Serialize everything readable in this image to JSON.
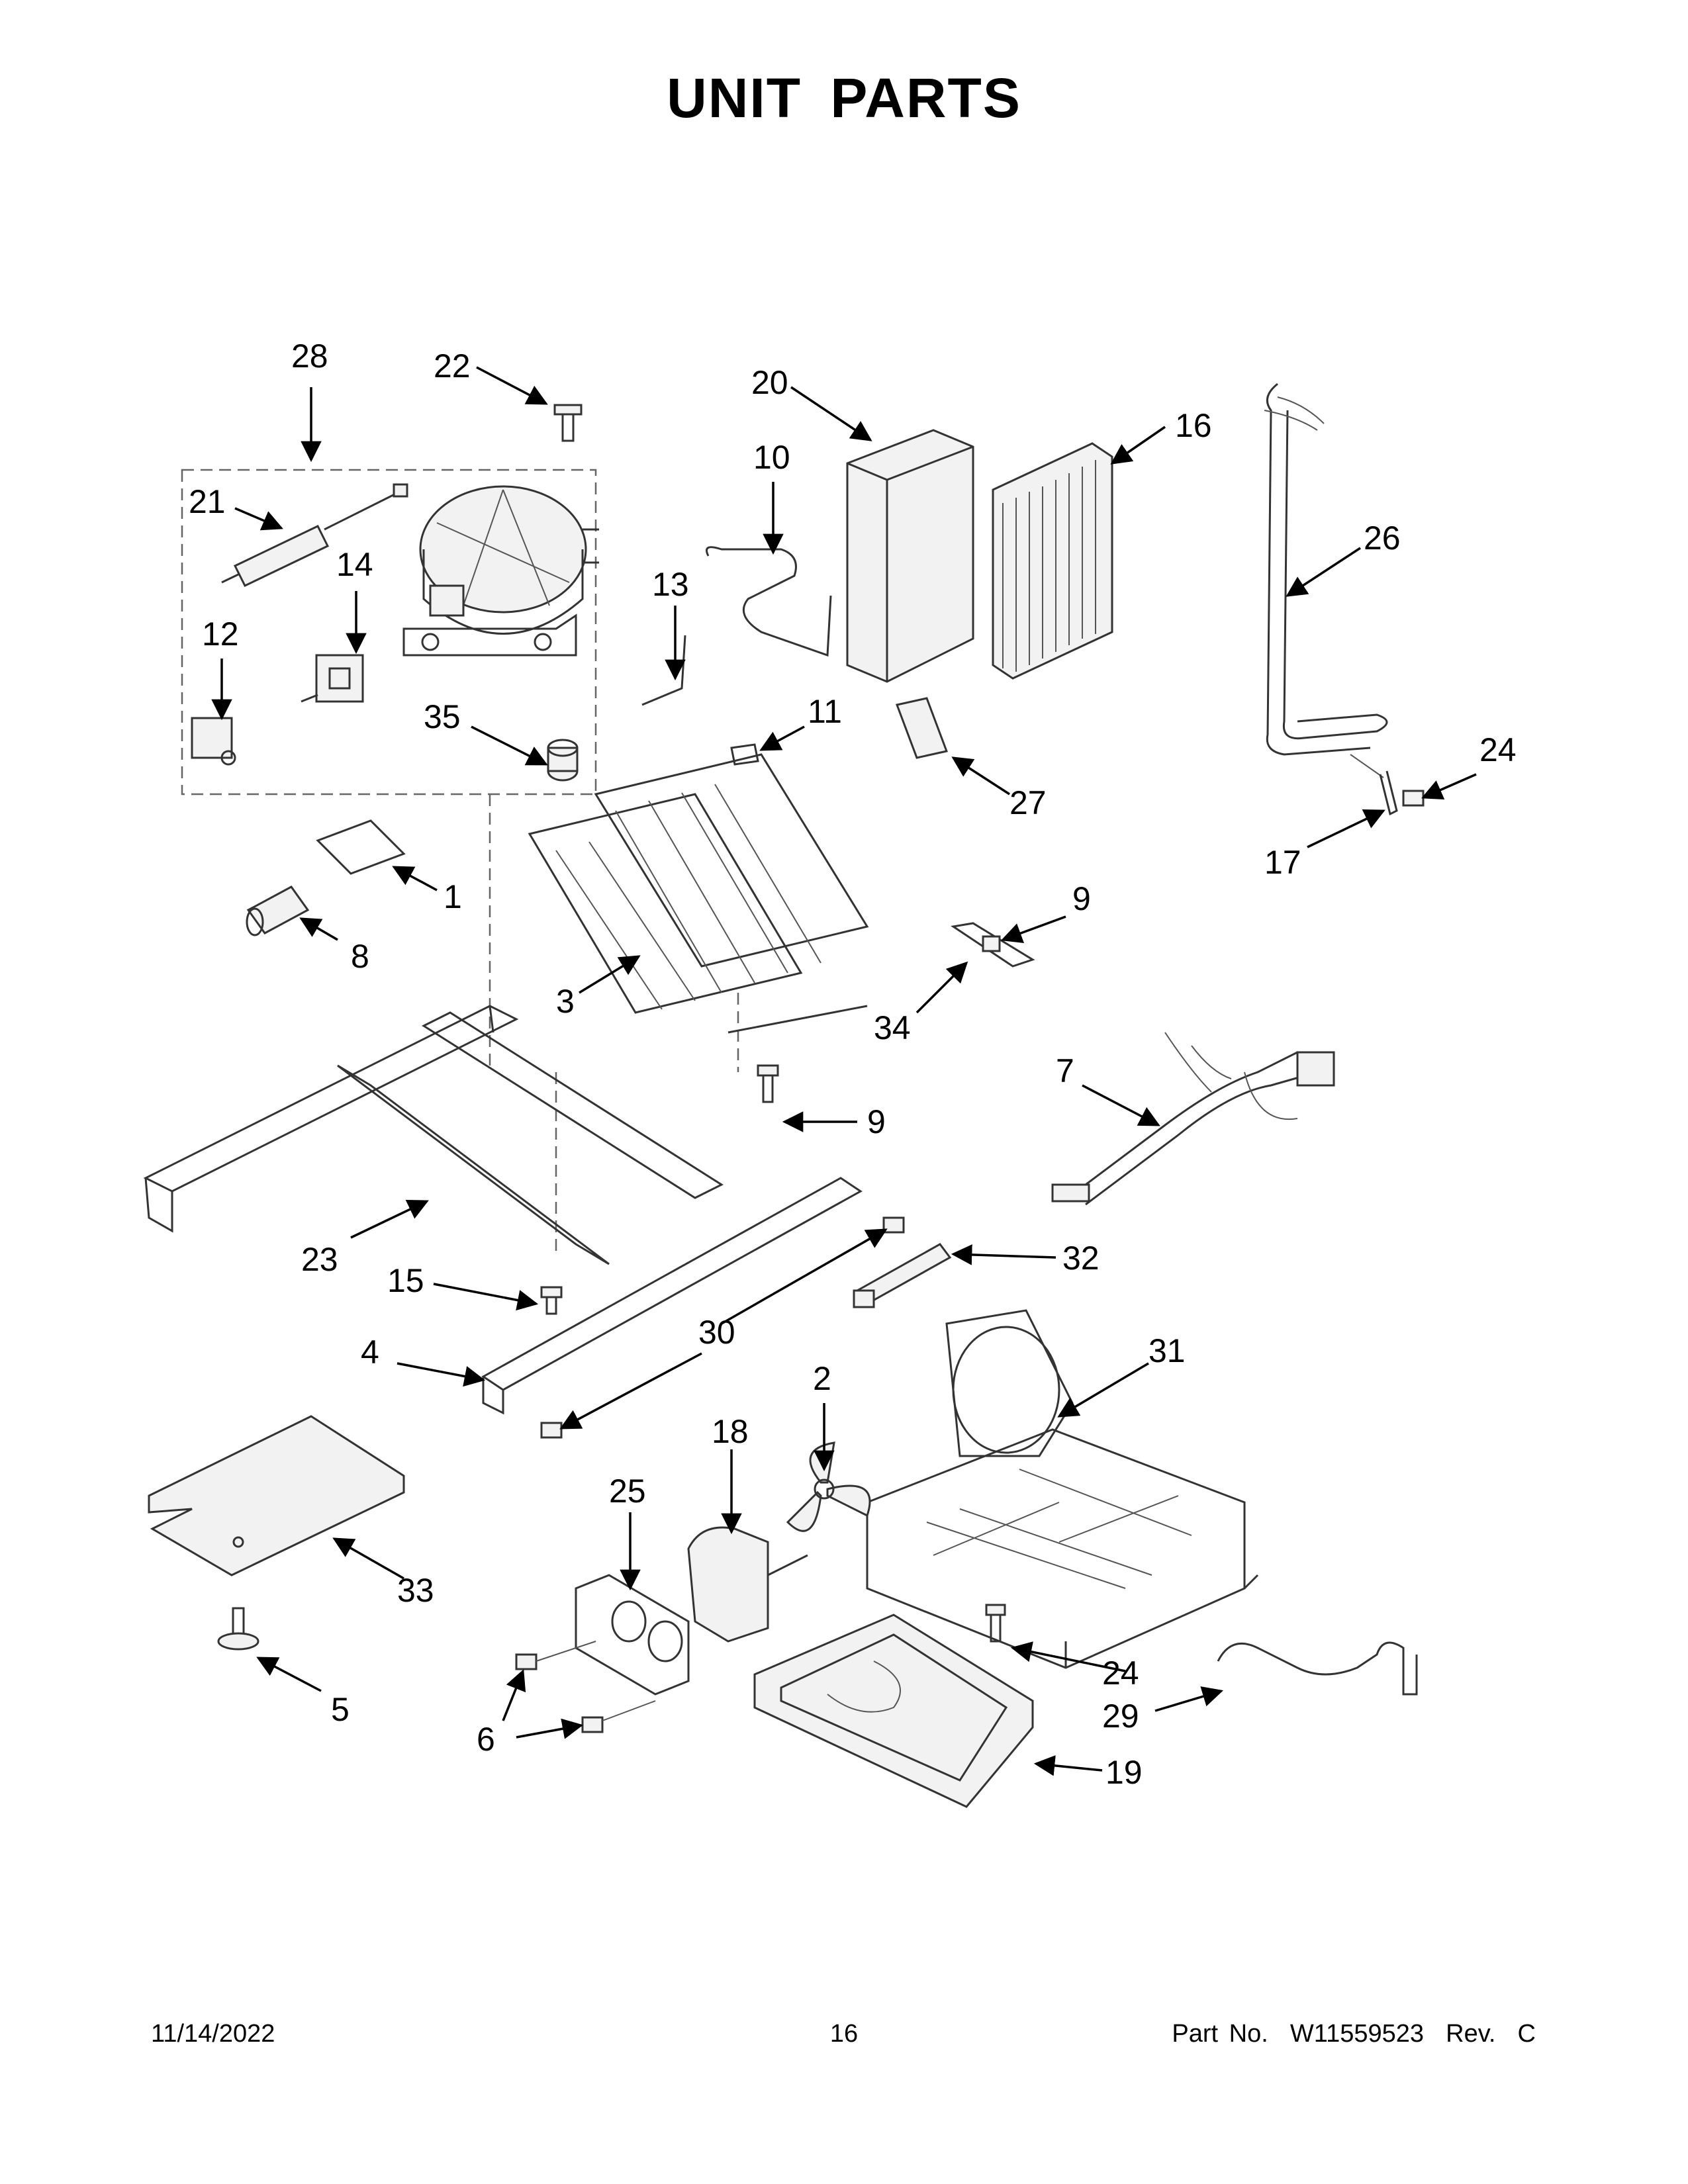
{
  "header": {
    "title": "UNIT PARTS"
  },
  "footer": {
    "date": "11/14/2022",
    "page": "16",
    "part_number": "Part No.  W11559523  Rev.  C"
  },
  "callouts": [
    {
      "id": "c28",
      "label": "28"
    },
    {
      "id": "c22",
      "label": "22"
    },
    {
      "id": "c20",
      "label": "20"
    },
    {
      "id": "c16",
      "label": "16"
    },
    {
      "id": "c10",
      "label": "10"
    },
    {
      "id": "c21",
      "label": "21"
    },
    {
      "id": "c14",
      "label": "14"
    },
    {
      "id": "c13",
      "label": "13"
    },
    {
      "id": "c26",
      "label": "26"
    },
    {
      "id": "c12",
      "label": "12"
    },
    {
      "id": "c11",
      "label": "11"
    },
    {
      "id": "c35",
      "label": "35"
    },
    {
      "id": "c27",
      "label": "27"
    },
    {
      "id": "c24a",
      "label": "24"
    },
    {
      "id": "c17",
      "label": "17"
    },
    {
      "id": "c1",
      "label": "1"
    },
    {
      "id": "c8",
      "label": "8"
    },
    {
      "id": "c9a",
      "label": "9"
    },
    {
      "id": "c3",
      "label": "3"
    },
    {
      "id": "c34",
      "label": "34"
    },
    {
      "id": "c7",
      "label": "7"
    },
    {
      "id": "c9b",
      "label": "9"
    },
    {
      "id": "c23",
      "label": "23"
    },
    {
      "id": "c32",
      "label": "32"
    },
    {
      "id": "c15",
      "label": "15"
    },
    {
      "id": "c4",
      "label": "4"
    },
    {
      "id": "c30",
      "label": "30"
    },
    {
      "id": "c31",
      "label": "31"
    },
    {
      "id": "c2",
      "label": "2"
    },
    {
      "id": "c18",
      "label": "18"
    },
    {
      "id": "c25",
      "label": "25"
    },
    {
      "id": "c33",
      "label": "33"
    },
    {
      "id": "c24b",
      "label": "24"
    },
    {
      "id": "c5",
      "label": "5"
    },
    {
      "id": "c29",
      "label": "29"
    },
    {
      "id": "c6",
      "label": "6"
    },
    {
      "id": "c19",
      "label": "19"
    }
  ]
}
